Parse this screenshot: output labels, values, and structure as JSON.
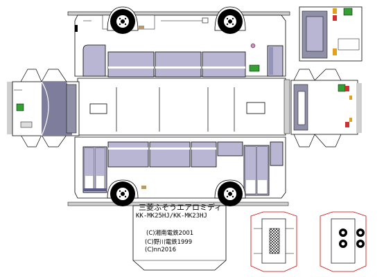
{
  "sheet": {
    "title": "三菱ふそうエアロミディ",
    "model": "KK-MK25HJ/KK-MK23HJ",
    "credits": [
      "(C)湘南電鉄2001",
      "(C)野川電鉄1999",
      "(C)nn2016"
    ]
  },
  "colors": {
    "line": "#000000",
    "window": "#b8b6d2",
    "window_dark": "#9493b8",
    "skirt": "#8f8fa8",
    "shadow": "#7e7e9c",
    "floor": "#a8a8a8",
    "sign_green": "#33a033",
    "lamp_amber": "#e0a020",
    "lamp_red": "#d03030",
    "glue_tab": "#cfcfcf",
    "outline_red": "#cc0000"
  },
  "icons": [
    "wheel-icon",
    "destination-sign-icon",
    "tail-lamp-icon",
    "grille-icon"
  ]
}
